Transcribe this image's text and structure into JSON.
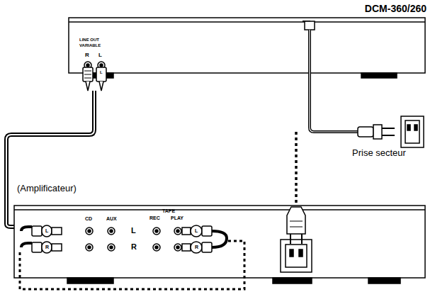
{
  "diagram": {
    "nodes": [
      {
        "text": [
          "DCM-360/260"
        ]
      },
      {
        "text": [
          "(Amplificateur)"
        ]
      }
    ],
    "edges": [
      {
        "from": 0,
        "to": 1,
        "arrow": "none"
      }
    ],
    "labels": [
      "LINE OUT",
      "VARIABLE",
      "R",
      "L",
      "L",
      "Prise secteur",
      "CD",
      "AUX",
      "L",
      "R",
      "TAPE",
      "REC",
      "PLAY",
      "L",
      "R",
      "L",
      "R"
    ]
  }
}
